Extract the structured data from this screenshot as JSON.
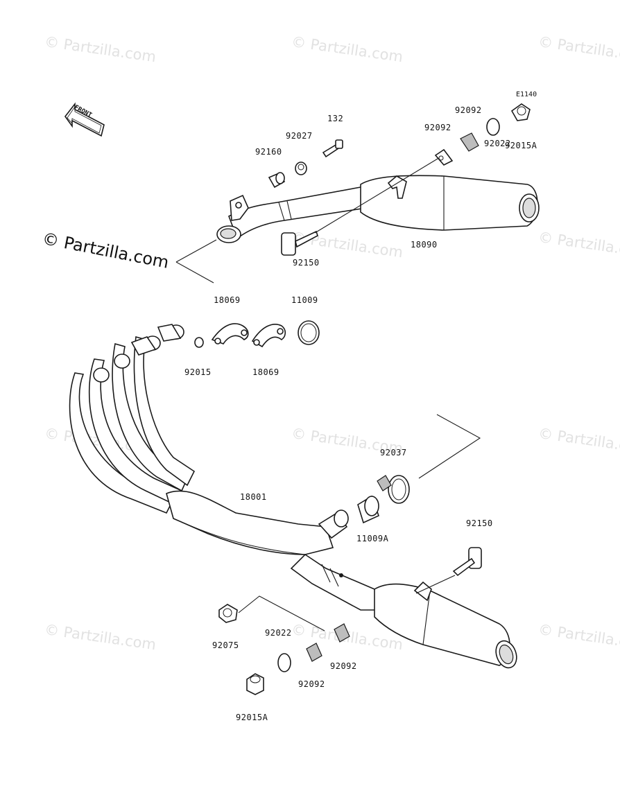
{
  "watermarks": [
    "© Partzilla.com",
    "© Partzilla.com",
    "© Partzilla.com",
    "© Partzilla.com",
    "© Partzilla.com",
    "© Partzilla.com",
    "© Partzilla.com",
    "© Partzilla.com",
    "© Partzilla.com",
    "© Partzilla.com",
    "© Partzilla.com"
  ],
  "main_watermark": "© Partzilla.com",
  "diagram_code": "E1140",
  "front_label": "FRONT",
  "labels": {
    "p132": "132",
    "p92027": "92027",
    "p92160": "92160",
    "p92092_top_right": "92092",
    "p92092_top_left": "92092",
    "p92022_top": "92022",
    "p92015A_top": "92015A",
    "p92150_top": "92150",
    "p18090": "18090",
    "p18069_top": "18069",
    "p18069_bottom": "18069",
    "p11009": "11009",
    "p92015": "92015",
    "p92037": "92037",
    "p18001": "18001",
    "p11009A": "11009A",
    "p92150_bottom": "92150",
    "p92075": "92075",
    "p92022_bottom": "92022",
    "p92092_bottom_left": "92092",
    "p92092_bottom_right": "92092",
    "p92015A_bottom": "92015A"
  }
}
